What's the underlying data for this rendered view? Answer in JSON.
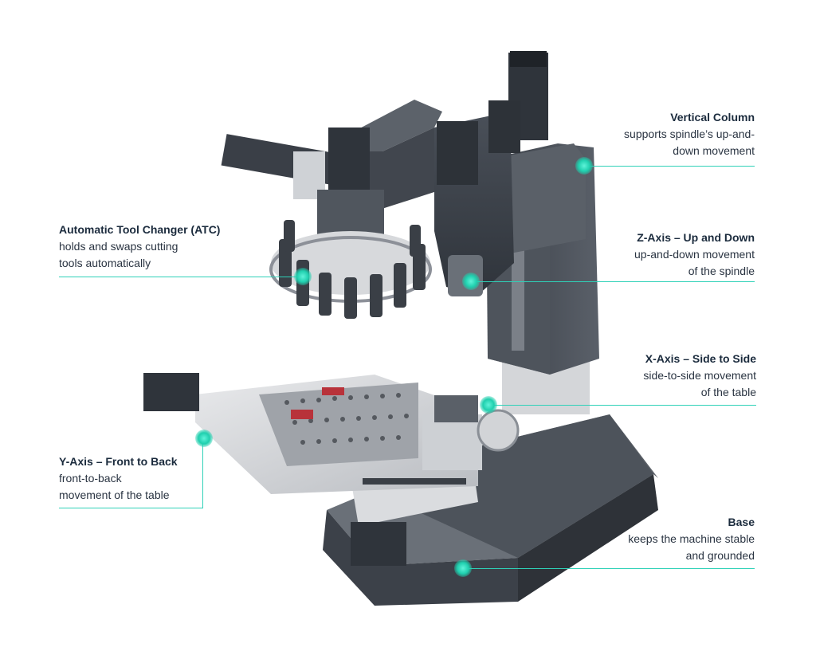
{
  "accent_color": "#2fd1b8",
  "callouts": {
    "vertical_column": {
      "title": "Vertical Column",
      "desc": [
        "supports spindle’s up-and-",
        "down movement"
      ]
    },
    "atc": {
      "title": "Automatic Tool Changer (ATC)",
      "desc": [
        "holds and swaps cutting",
        "tools automatically"
      ]
    },
    "z_axis": {
      "title": "Z-Axis – Up and Down",
      "desc": [
        "up-and-down movement",
        "of the spindle"
      ]
    },
    "x_axis": {
      "title": "X-Axis – Side to Side",
      "desc": [
        "side-to-side movement",
        "of the table"
      ]
    },
    "y_axis": {
      "title": "Y-Axis – Front to Back",
      "desc": [
        "front-to-back",
        "movement of the table"
      ]
    },
    "base": {
      "title": "Base",
      "desc": [
        "keeps the machine stable",
        "and grounded"
      ]
    }
  }
}
